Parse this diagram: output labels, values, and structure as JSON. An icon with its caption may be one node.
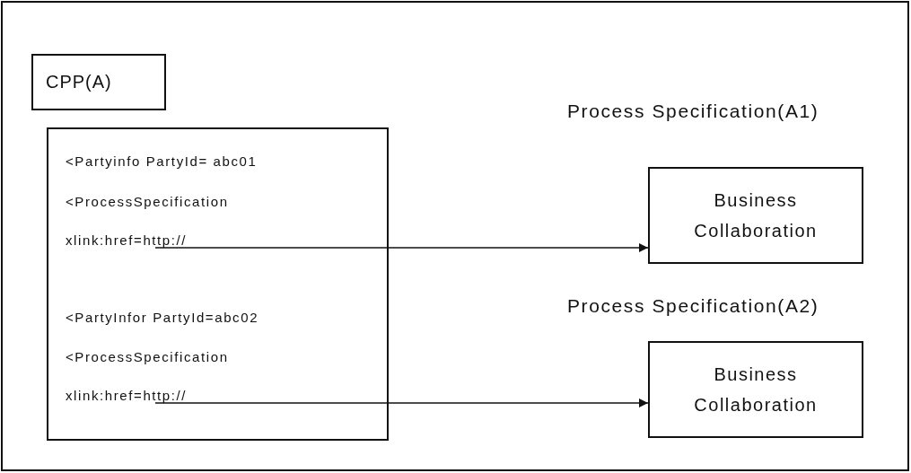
{
  "diagram": {
    "nodes": [
      {
        "text": [
          "CPP(A)"
        ]
      },
      {
        "text": [
          "<Partyinfo PartyId= abc01",
          "<ProcessSpecification",
          "<PartyInfor PartyId=abc02",
          "<ProcessSpecification"
        ]
      },
      {
        "text": [
          "xlink:href=http://"
        ],
        "in": 1
      },
      {
        "text": [
          "xlink:href=http://"
        ],
        "in": 1
      },
      {
        "text": [
          "Process Specification(A1)",
          "Business Collaboration"
        ]
      },
      {
        "text": [
          "Process Specification(A2)",
          "Business Collaboration"
        ]
      }
    ],
    "edges": [
      {
        "from": 2,
        "to": 4,
        "arrow": "to"
      },
      {
        "from": 3,
        "to": 5,
        "arrow": "to"
      }
    ]
  }
}
